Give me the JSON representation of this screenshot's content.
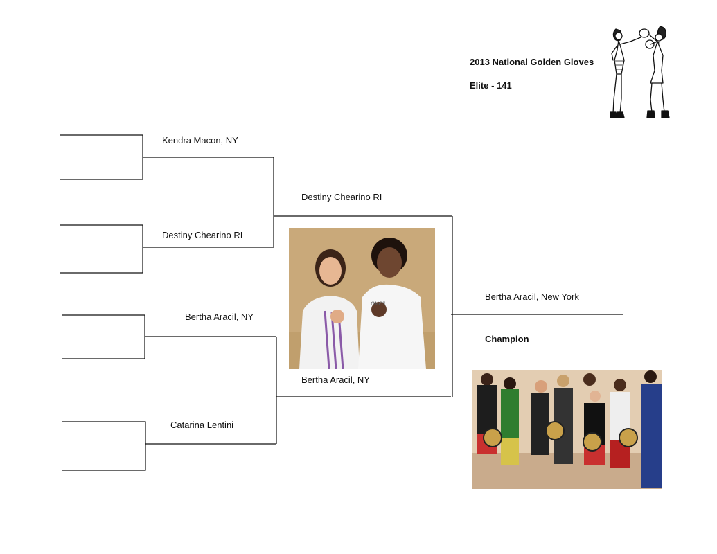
{
  "header": {
    "title": "2013 National Golden Gloves",
    "division": "Elite - 141"
  },
  "round1": {
    "winner_a": "Kendra Macon, NY",
    "winner_b": "Destiny Chearino RI",
    "winner_c": "Bertha Aracil, NY",
    "winner_d": "Catarina Lentini"
  },
  "semifinal": {
    "winner_top": "Destiny Chearino RI",
    "winner_bottom": "Bertha Aracil, NY"
  },
  "final": {
    "champion_name": "Bertha Aracil, New York",
    "champion_label": "Champion"
  },
  "icons": {
    "logo": "boxing-women-illustration"
  }
}
